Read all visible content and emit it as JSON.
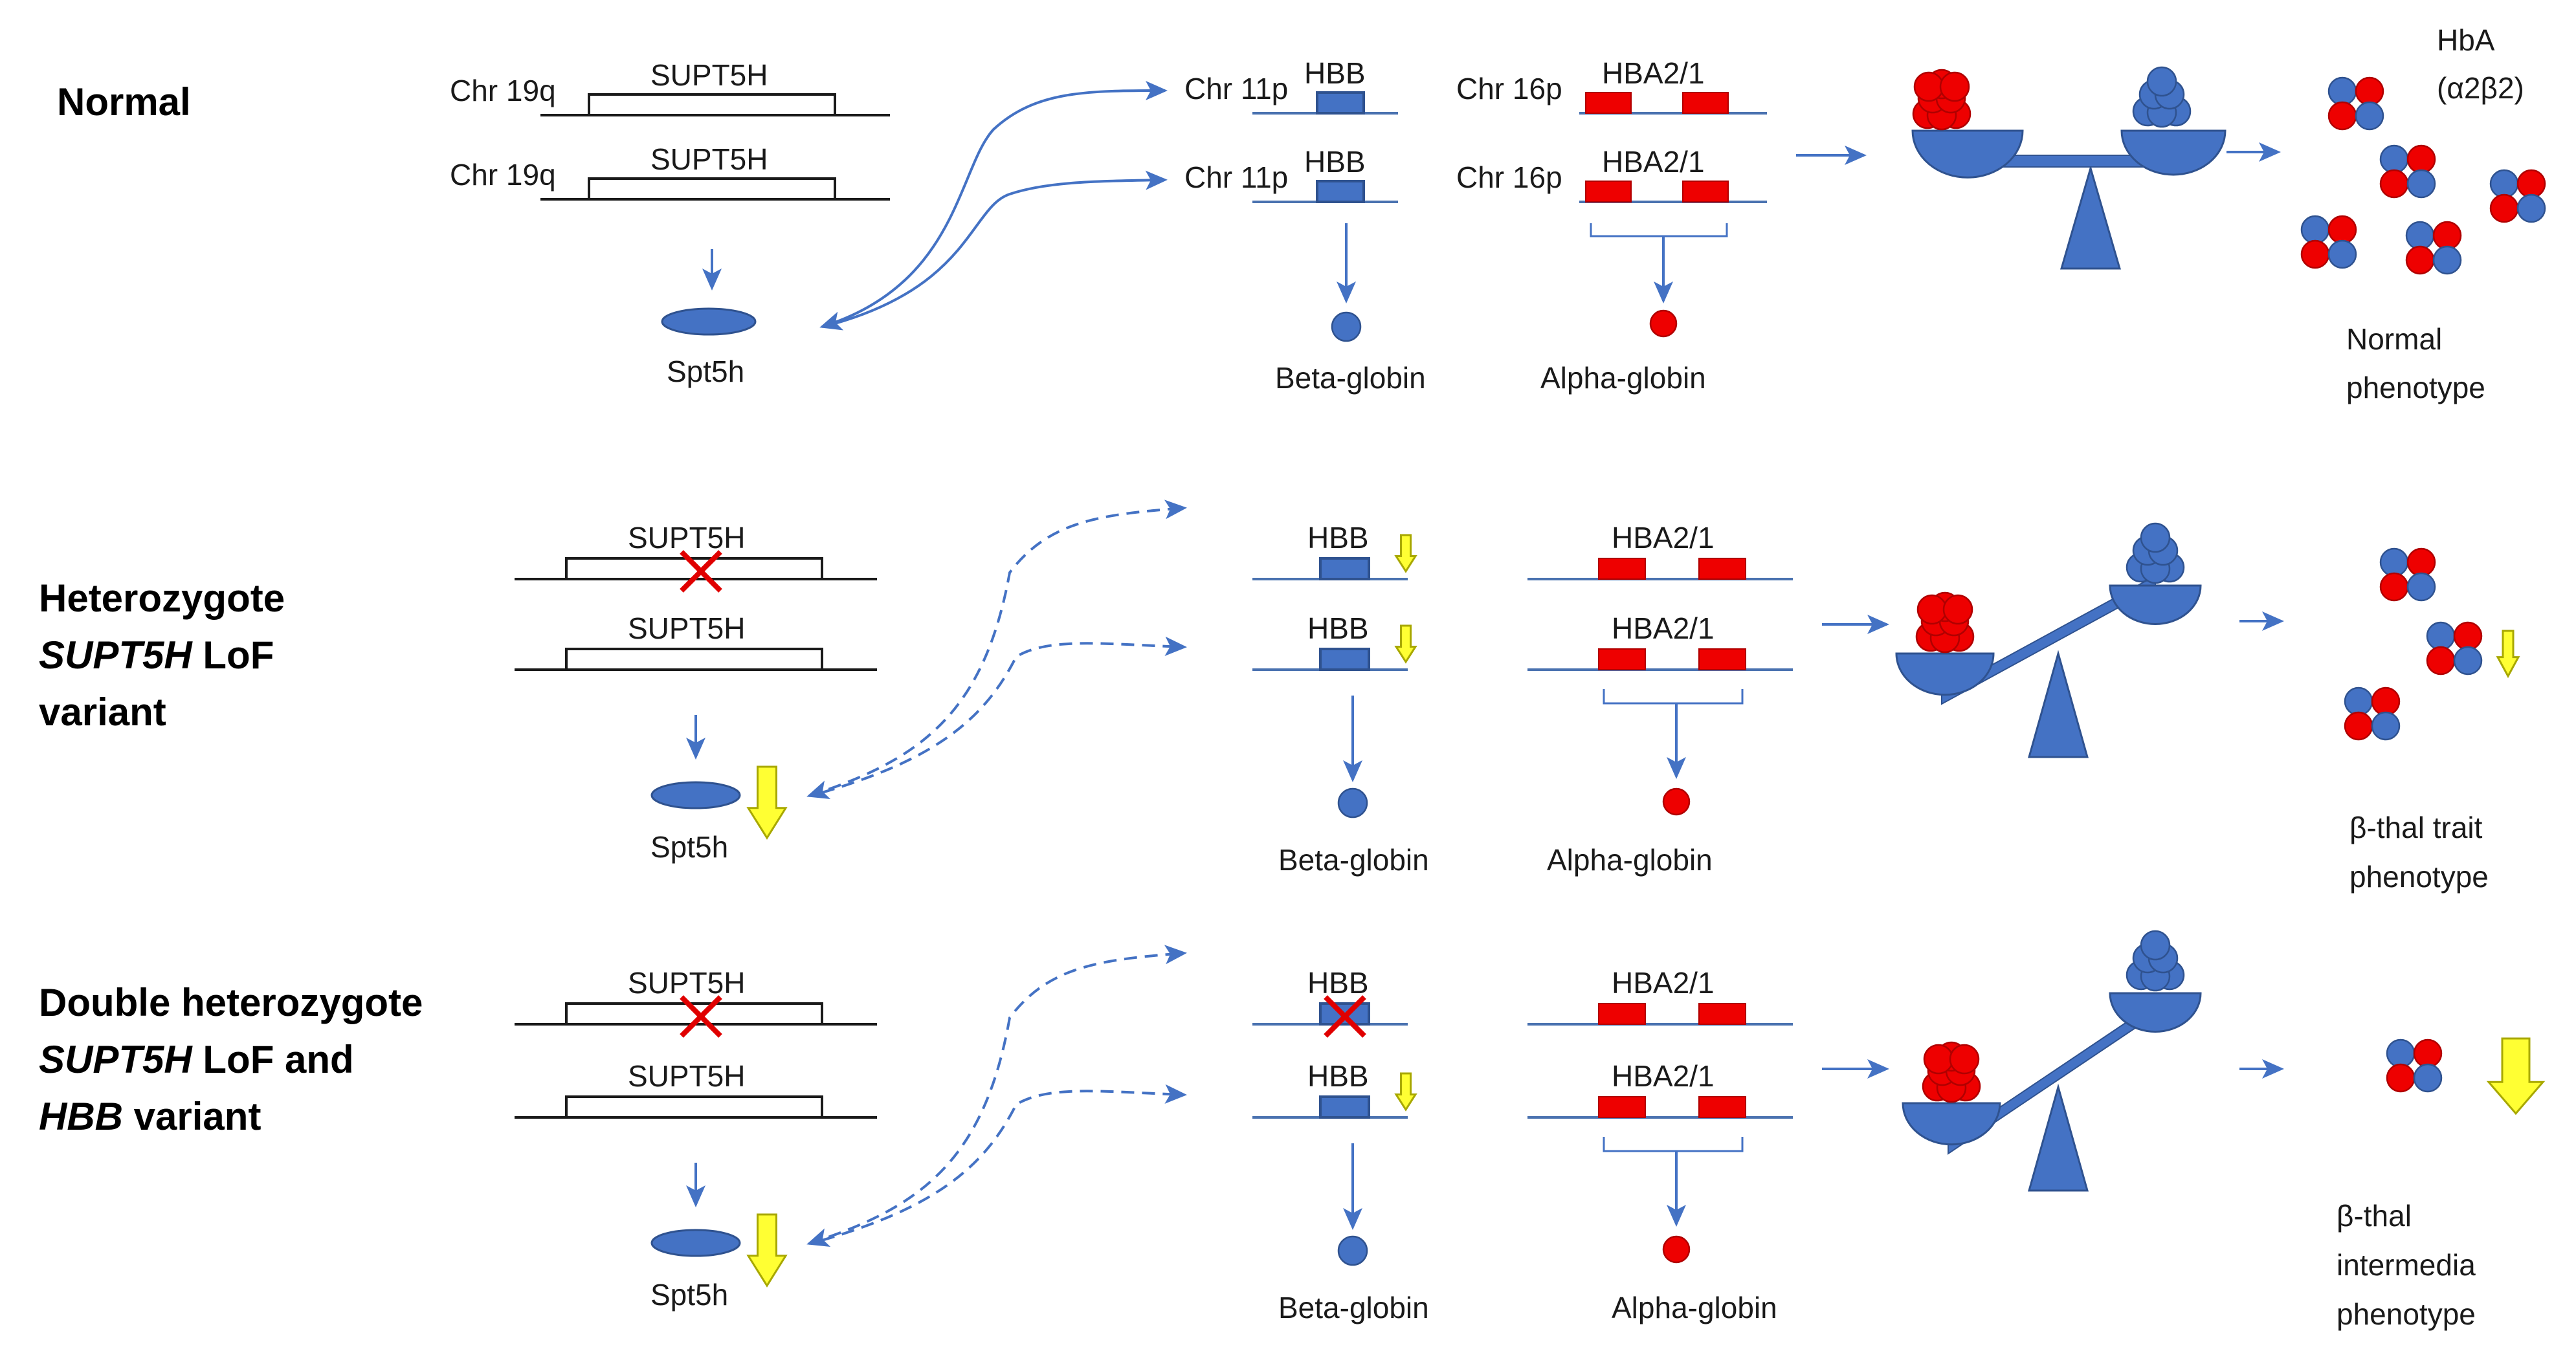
{
  "colors": {
    "blue": "#4472c4",
    "blue_dark": "#2f528f",
    "red": "#ee0000",
    "red_dark": "#b00000",
    "yellow": "#ffff33",
    "yellow_border": "#a8a800",
    "cross": "#e00000"
  },
  "rows": [
    {
      "title_lines": [
        {
          "text": "Normal",
          "italic": false
        }
      ]
    },
    {
      "title_lines": [
        {
          "text": "Heterozygote",
          "italic": false
        },
        {
          "text": "SUPT5H",
          "italic": true,
          "rest": " LoF"
        },
        {
          "text": "variant",
          "italic": false
        }
      ]
    },
    {
      "title_lines": [
        {
          "text": "Double heterozygote",
          "italic": false
        },
        {
          "text": "SUPT5H",
          "italic": true,
          "rest": " LoF and"
        },
        {
          "text": "HBB",
          "italic": true,
          "rest": " variant"
        }
      ]
    }
  ],
  "labels": {
    "chr19q": "Chr 19q",
    "chr11p": "Chr 11p",
    "chr16p": "Chr 16p",
    "supt5h": "SUPT5H",
    "hbb": "HBB",
    "hba": "HBA2/1",
    "spt5h": "Spt5h",
    "beta_globin": "Beta-globin",
    "alpha_globin": "Alpha-globin",
    "hba_title": "HbA",
    "hba_formula": "(α2β2)"
  },
  "phenotypes": [
    [
      "Normal",
      "phenotype"
    ],
    [
      "β-thal trait",
      "phenotype"
    ],
    [
      "β-thal",
      "intermedia",
      "phenotype"
    ]
  ]
}
